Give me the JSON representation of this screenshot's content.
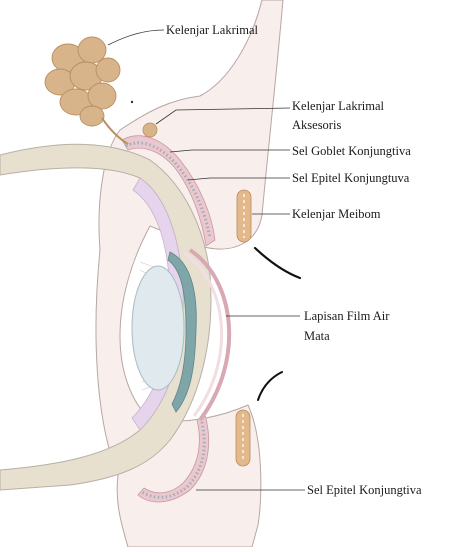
{
  "colors": {
    "skin": "#f8eeeb",
    "skin_outline": "#b7a7a3",
    "lacrimal_gland": "#d7b48a",
    "lacrimal_shadow": "#b98f62",
    "sclera_band": "#e7e0cf",
    "sclera_outline": "#b7b0a4",
    "conjunctiva_pink": "#ecc7cf",
    "conjunctiva_lilac": "#e6d4ec",
    "epithelium_dots": "#9fb0b6",
    "lens": "#dfe9ee",
    "iris": "#7ea6a9",
    "cornea_line": "#d8a9b4",
    "meibom": "#e3b88a",
    "eyelash": "#111111",
    "leader": "#333333"
  },
  "labels": {
    "lacrimal_gland": "Kelenjar Lakrimal",
    "accessory_line1": "Kelenjar Lakrimal",
    "accessory_line2": "Aksesoris",
    "goblet": "Sel Goblet Konjungtiva",
    "epithelium_upper": "Sel Epitel Konjungtuva",
    "meibom": "Kelenjar Meibom",
    "tear_film_line1": "Lapisan Film Air",
    "tear_film_line2": "Mata",
    "epithelium_lower": "Sel Epitel Konjungtiva"
  }
}
